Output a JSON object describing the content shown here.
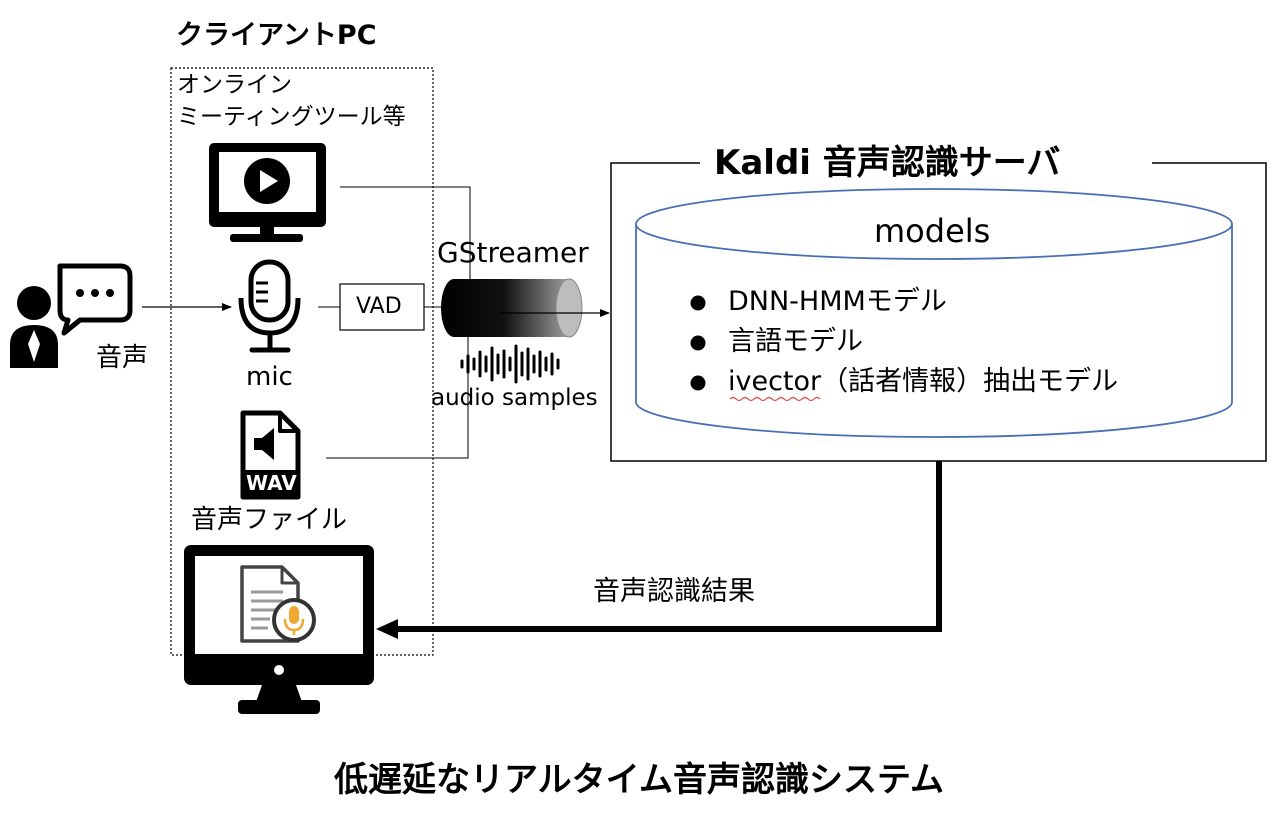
{
  "client": {
    "title": "クライアントPC",
    "meeting_tool_line1": "オンライン",
    "meeting_tool_line2": "ミーティングツール等",
    "mic_label": "mic",
    "audio_file_label": "音声ファイル",
    "wav_label": "WAV"
  },
  "speaker": {
    "label": "音声"
  },
  "vad": {
    "label": "VAD"
  },
  "pipeline": {
    "gstreamer_label": "GStreamer",
    "samples_label": "audio samples"
  },
  "server": {
    "title": "Kaldi 音声認識サーバ",
    "models_label": "models",
    "models": [
      "DNN-HMMモデル",
      "言語モデル",
      "ivector（話者情報）抽出モデル"
    ]
  },
  "result": {
    "label": "音声認識結果"
  },
  "caption": "低遅延なリアルタイム音声認識システム",
  "colors": {
    "db_outline": "#4a6fb5",
    "mic_accent": "#f0a830",
    "squiggle": "#e04040"
  }
}
